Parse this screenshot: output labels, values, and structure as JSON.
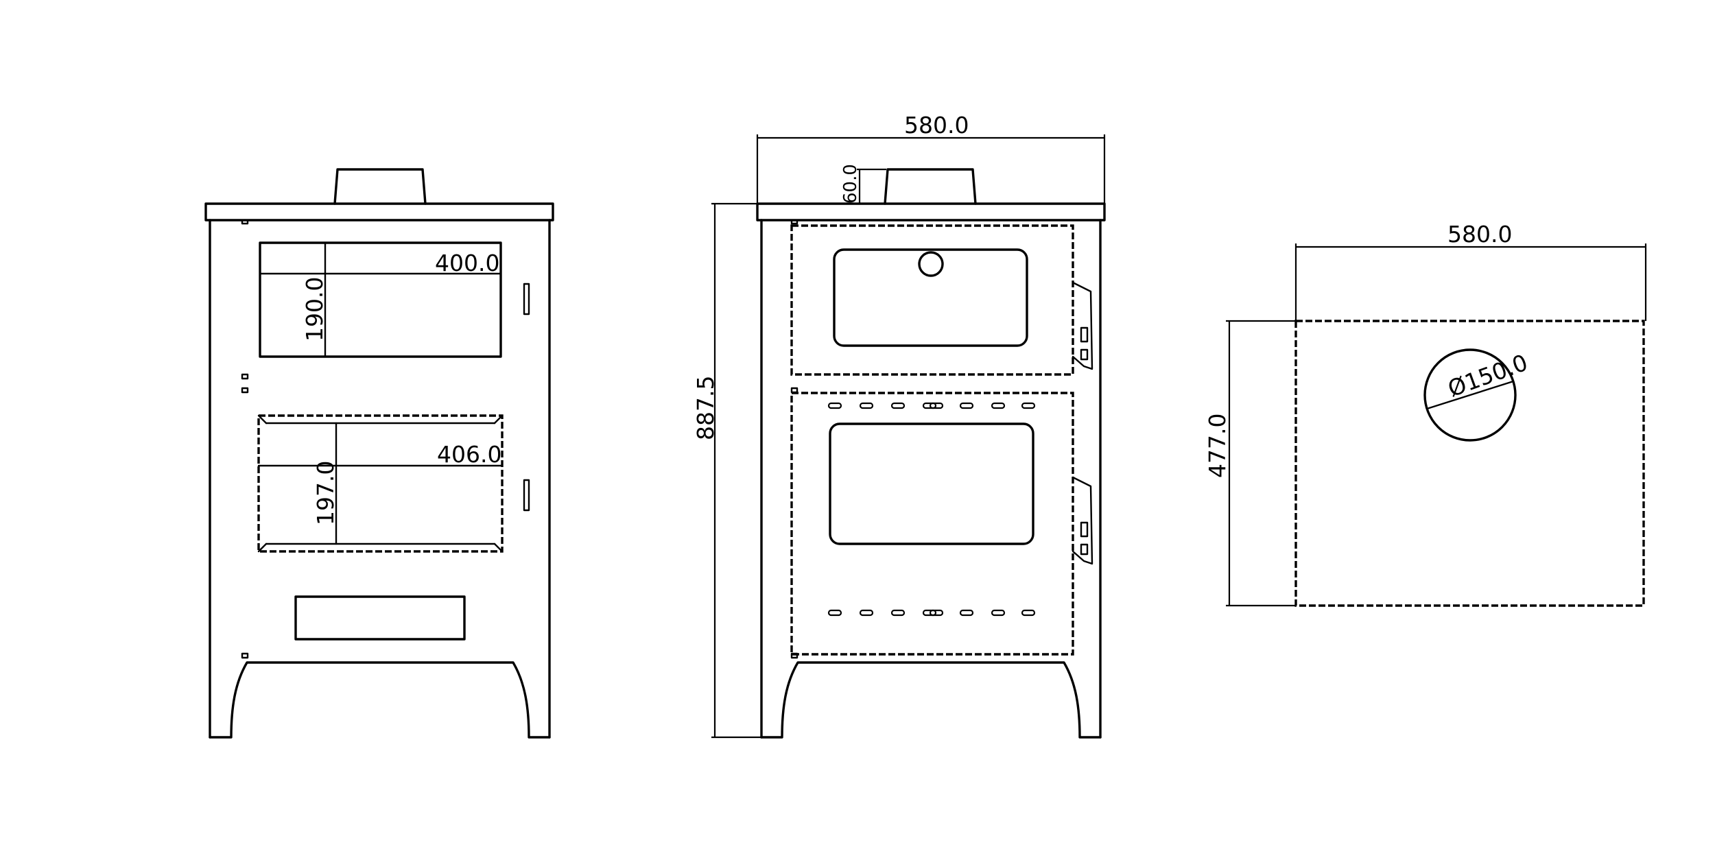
{
  "dimensions": {
    "front_upper_door_width": "400.0",
    "front_upper_door_height": "190.0",
    "front_lower_door_width": "406.0",
    "front_lower_door_height": "197.0",
    "side_width": "580.0",
    "side_chimney_height": "60.0",
    "side_total_height": "887.5",
    "top_width": "580.0",
    "top_depth": "477.0",
    "top_flue_diameter": "Ø150.0"
  }
}
